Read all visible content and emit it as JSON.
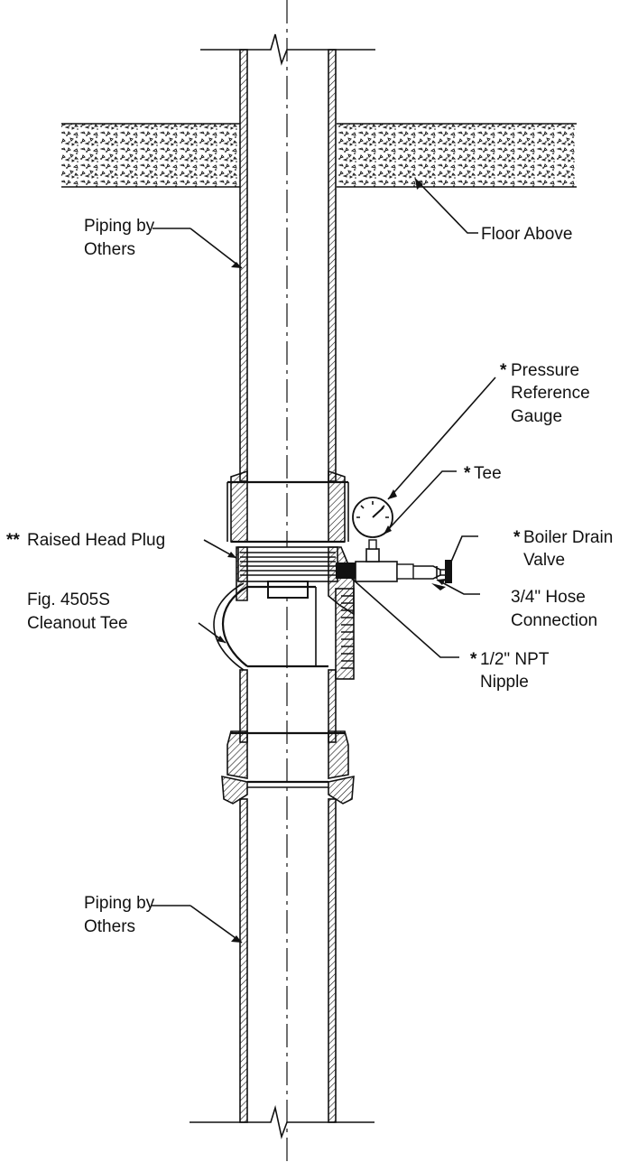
{
  "labels": {
    "piping_upper": [
      "Piping by",
      "Others"
    ],
    "floor_above": "Floor Above",
    "pressure_gauge": [
      "Pressure",
      "Reference",
      "Gauge"
    ],
    "tee": "Tee",
    "boiler_drain": [
      "Boiler Drain",
      "Valve"
    ],
    "raised_head_plug": "Raised Head Plug",
    "cleanout_tee": [
      "Fig. 4505S",
      "Cleanout Tee"
    ],
    "hose_connection": [
      "3/4\" Hose",
      "Connection"
    ],
    "npt_nipple": [
      "1/2\" NPT",
      "Nipple"
    ],
    "piping_lower": [
      "Piping by",
      "Others"
    ],
    "single_star": "*",
    "double_star": "**"
  }
}
